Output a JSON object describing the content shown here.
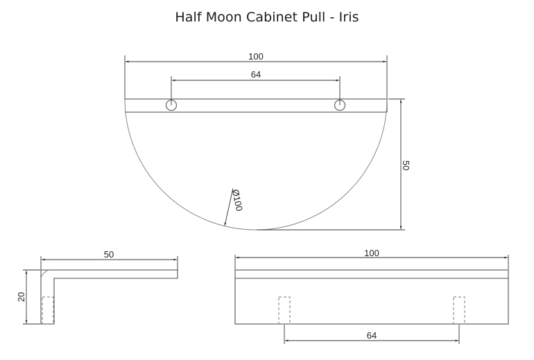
{
  "title": "Half Moon Cabinet Pull - Iris",
  "views": {
    "top": {
      "overall_width": "100",
      "hole_spacing": "64",
      "depth": "50",
      "diameter": "Ø100"
    },
    "side": {
      "depth": "50",
      "height": "20"
    },
    "front": {
      "overall_width": "100",
      "hole_spacing": "64"
    }
  },
  "colors": {
    "line": "#6a6a6a",
    "dimension": "#333333",
    "text": "#222222"
  }
}
